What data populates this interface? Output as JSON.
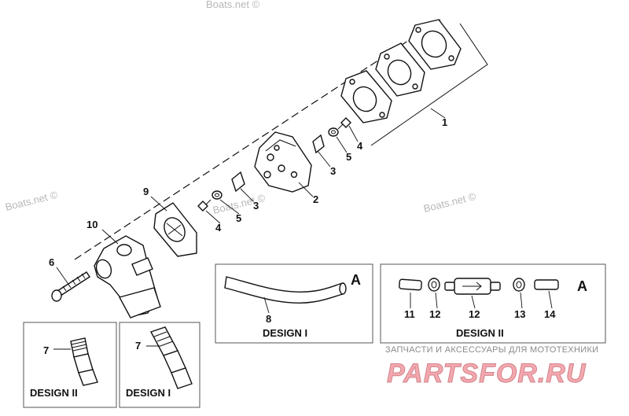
{
  "watermarks": [
    "Boats.net ©",
    "Boats.net ©",
    "Boats.net ©",
    "Boats.net ©"
  ],
  "callouts": [
    "1",
    "2",
    "3",
    "3",
    "4",
    "4",
    "5",
    "5",
    "6",
    "7",
    "7",
    "8",
    "9",
    "10",
    "11",
    "12",
    "12",
    "13",
    "14"
  ],
  "connector_marks": [
    "A",
    "A"
  ],
  "design_labels": [
    "DESIGN I",
    "DESIGN II",
    "DESIGN II",
    "DESIGN I"
  ],
  "footer": {
    "tagline": "ЗАПЧАСТИ И АКСЕССУАРЫ ДЛЯ МОТОТЕХНИКИ",
    "brand": "PARTSFOR.RU"
  }
}
